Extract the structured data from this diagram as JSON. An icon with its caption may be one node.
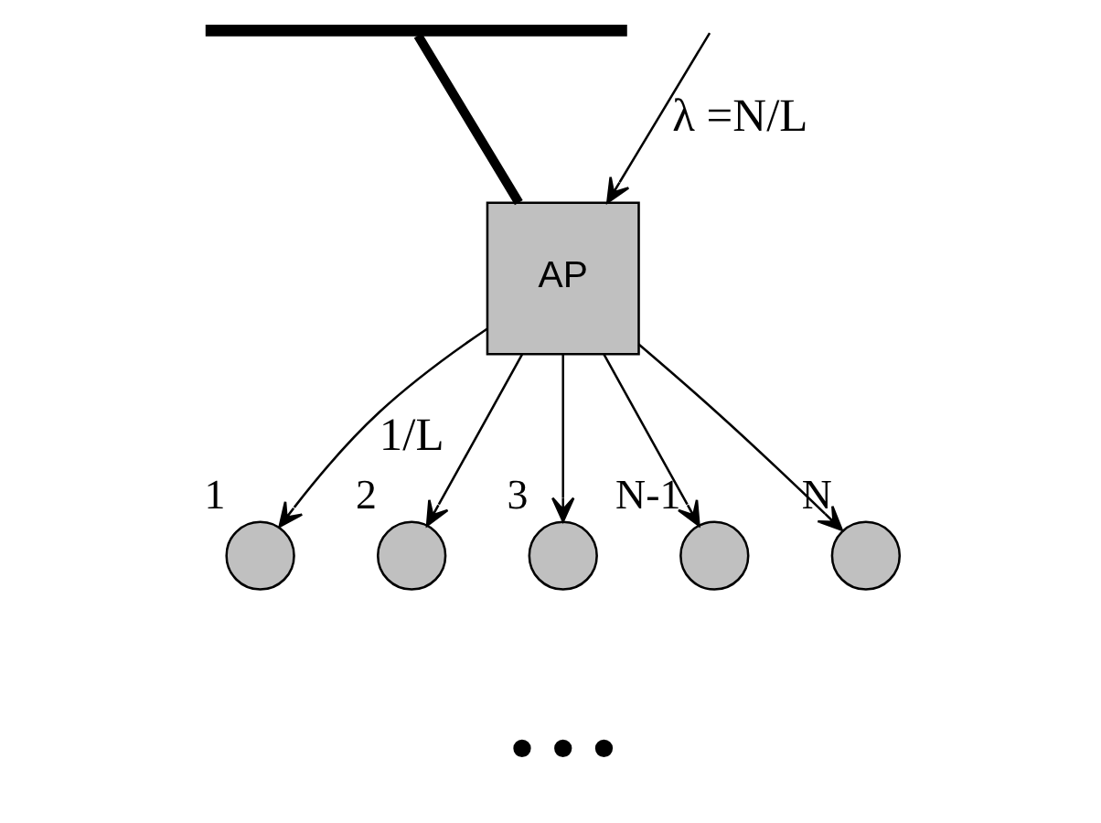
{
  "diagram": {
    "nodes": [
      {
        "text": [],
        "shape": "bar"
      },
      {
        "text": [
          "AP"
        ]
      },
      {
        "text": [],
        "shape": "circle",
        "beside": [
          "1"
        ]
      },
      {
        "text": [],
        "shape": "circle",
        "beside": [
          "2"
        ]
      },
      {
        "text": [],
        "shape": "circle",
        "beside": [
          "3"
        ]
      },
      {
        "text": [],
        "shape": "circle",
        "beside": [
          "N-1"
        ]
      },
      {
        "text": [],
        "shape": "circle",
        "beside": [
          "N"
        ]
      }
    ],
    "edges": [
      {
        "from": null,
        "to": 1,
        "arrow": "to",
        "label": "λ =N/L"
      },
      {
        "from": 0,
        "to": 1,
        "arrow": "none",
        "style": "thick"
      },
      {
        "from": 1,
        "to": 2,
        "arrow": "to",
        "label": "1/L"
      },
      {
        "from": 1,
        "to": 3,
        "arrow": "to"
      },
      {
        "from": 1,
        "to": 4,
        "arrow": "to"
      },
      {
        "from": 1,
        "to": 5,
        "arrow": "to"
      },
      {
        "from": 1,
        "to": 6,
        "arrow": "to"
      }
    ],
    "labels": [
      "• • •"
    ]
  }
}
